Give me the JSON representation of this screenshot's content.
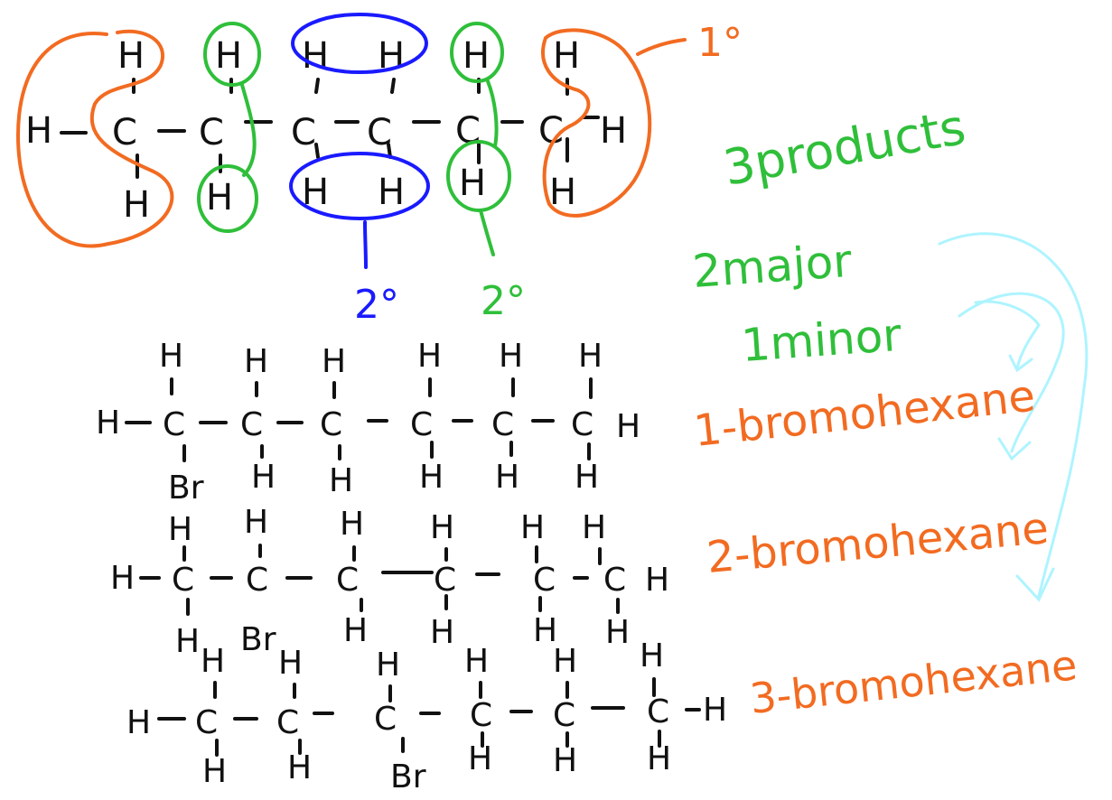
{
  "colors": {
    "ink": "#111111",
    "primary_circle": "#f26b21",
    "secondary_green": "#2fbf3a",
    "secondary_blue": "#1a1aff",
    "name_label": "#f26b21",
    "arrow": "#aef4ff"
  },
  "structure": {
    "carbon_symbol": "C",
    "hydrogen_symbol": "H",
    "bromine_symbol": "Br"
  },
  "labels": {
    "primary_tag": "1°",
    "secondary_tag_blue": "2°",
    "secondary_tag_green": "2°"
  },
  "notes": {
    "products": "3products",
    "major": "2major",
    "minor": "1minor"
  },
  "product_names": [
    "1-bromohexane",
    "2-bromohexane",
    "3-bromohexane"
  ]
}
